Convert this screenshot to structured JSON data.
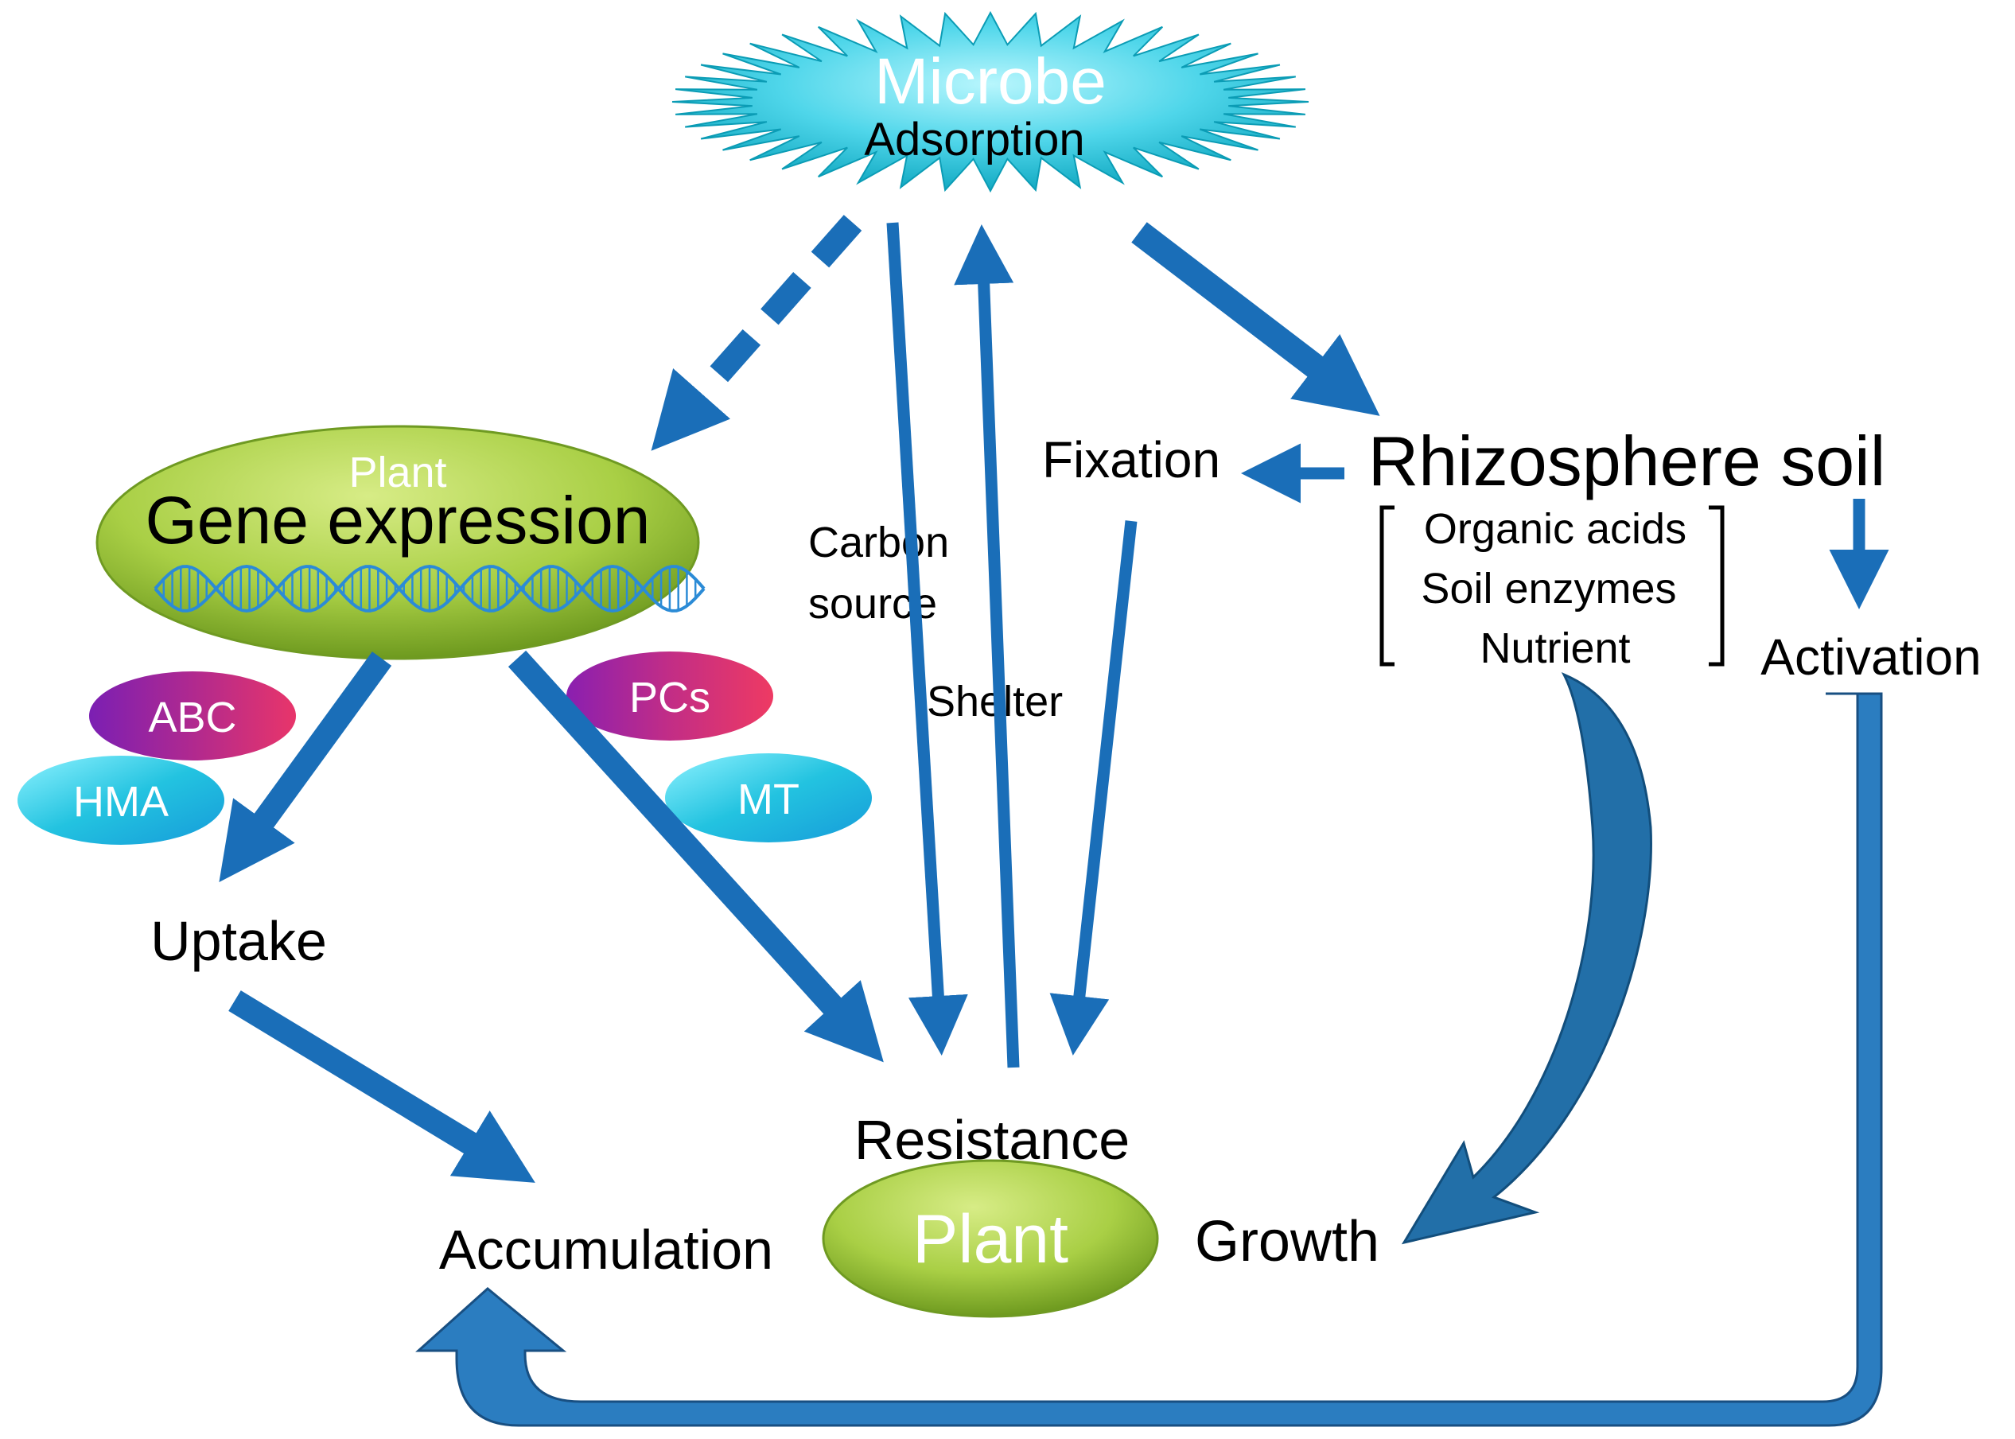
{
  "microbe": {
    "title": "Microbe",
    "subtitle": "Adsorption"
  },
  "gene_expression": {
    "top_label": "Plant",
    "title": "Gene expression"
  },
  "proteins": [
    {
      "label": "ABC"
    },
    {
      "label": "HMA"
    },
    {
      "label": "PCs"
    },
    {
      "label": "MT"
    }
  ],
  "labels": {
    "uptake": "Uptake",
    "accumulation": "Accumulation",
    "resistance": "Resistance",
    "carbon_source_line1": "Carbon",
    "carbon_source_line2": "source",
    "shelter": "Shelter",
    "fixation": "Fixation",
    "rhizosphere_soil": "Rhizosphere soil",
    "organic_acids": "Organic acids",
    "soil_enzymes": "Soil enzymes",
    "nutrient": "Nutrient",
    "activation": "Activation",
    "growth": "Growth"
  },
  "plant": {
    "label": "Plant"
  },
  "colors": {
    "arrow": "#1a6eb8",
    "arrow_light": "#2a7fc4",
    "green_light": "#c7e06a",
    "green_dark": "#7ea32a",
    "cyan_light": "#9ff0fb",
    "cyan_dark": "#17b3c9"
  }
}
